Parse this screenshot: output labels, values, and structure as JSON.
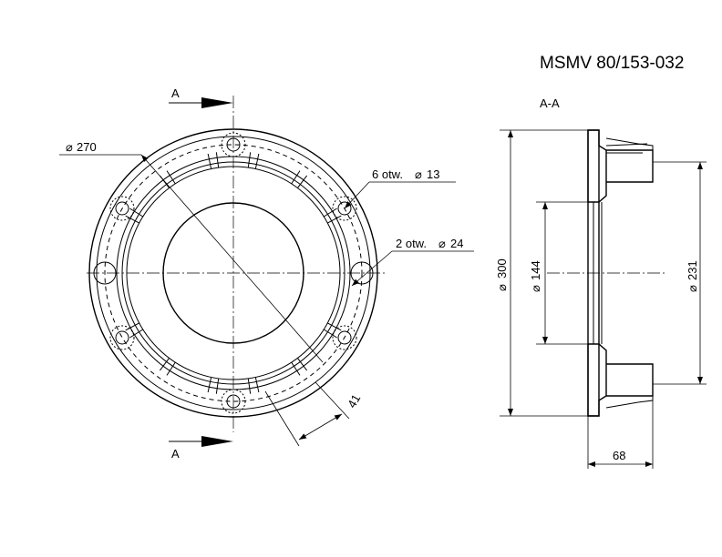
{
  "drawing": {
    "title": "MSMV 80/153-032",
    "section_label": "A-A",
    "section_marker": "A",
    "labels": {
      "d270": "270",
      "holes_small": "6 otw.",
      "holes_small_dia": "13",
      "holes_large": "2 otw.",
      "holes_large_dia": "24",
      "dim_41": "41",
      "d300": "300",
      "d144": "144",
      "d231": "231",
      "dim_68": "68"
    }
  }
}
